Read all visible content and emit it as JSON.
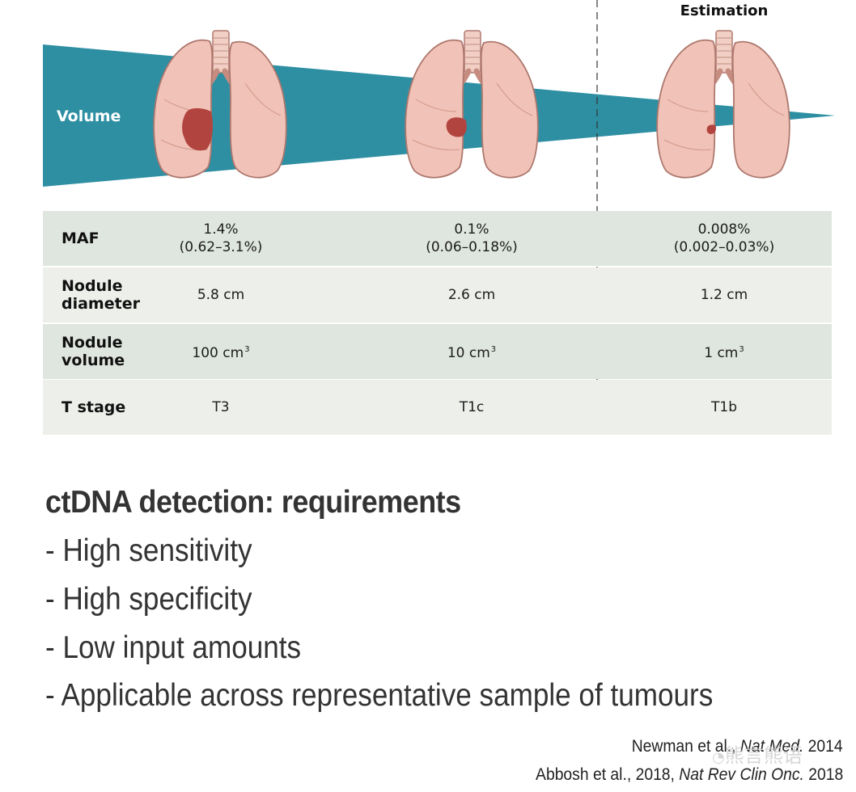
{
  "figure": {
    "header_label": "Estimation",
    "wedge_label": "Volume",
    "colors": {
      "wedge": "#2e8fa3",
      "lung": "#f1c3b8",
      "tumour": "#b2443f"
    }
  },
  "table": {
    "rows": [
      {
        "label": "MAF",
        "cells": [
          {
            "line1": "1.4%",
            "line2": "(0.62–3.1%)"
          },
          {
            "line1": "0.1%",
            "line2": "(0.06–0.18%)"
          },
          {
            "line1": "0.008%",
            "line2": "(0.002–0.03%)"
          }
        ]
      },
      {
        "label": "Nodule diameter",
        "cells": [
          {
            "line1": "5.8 cm"
          },
          {
            "line1": "2.6 cm"
          },
          {
            "line1": "1.2 cm"
          }
        ]
      },
      {
        "label": "Nodule volume",
        "cells": [
          {
            "line1": "100 cm",
            "sup": "3"
          },
          {
            "line1": "10 cm",
            "sup": "3"
          },
          {
            "line1": "1 cm",
            "sup": "3"
          }
        ]
      },
      {
        "label": "T stage",
        "cells": [
          {
            "line1": "T3"
          },
          {
            "line1": "T1c"
          },
          {
            "line1": "T1b"
          }
        ]
      }
    ]
  },
  "requirements": {
    "title": "ctDNA detection: requirements",
    "items": [
      "- High sensitivity",
      "- High specificity",
      "- Low input amounts",
      "- Applicable across representative sample of tumours"
    ]
  },
  "references": [
    {
      "pre": "Newman et al., ",
      "journal": "Nat Med.",
      "post": " 2014"
    },
    {
      "pre": "Abbosh et al., 2018, ",
      "journal": "Nat Rev Clin Onc.",
      "post": " 2018"
    }
  ],
  "watermark": "熊言熊语"
}
